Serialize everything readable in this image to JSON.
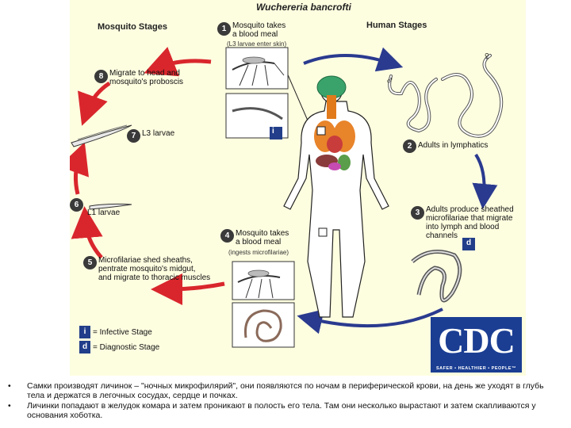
{
  "figure": {
    "title": "Wuchereria bancrofti",
    "mosquito_header": "Mosquito Stages",
    "human_header": "Human Stages",
    "steps": [
      {
        "num": "1",
        "lines": [
          "Mosquito takes",
          "a blood meal"
        ],
        "sub": "(L3 larvae enter skin)"
      },
      {
        "num": "2",
        "lines": [
          "Adults in lymphatics"
        ]
      },
      {
        "num": "3",
        "lines": [
          "Adults produce sheathed",
          "microfilariae that migrate",
          "into lymph and blood",
          "channels"
        ]
      },
      {
        "num": "4",
        "lines": [
          "Mosquito takes",
          "a blood meal"
        ],
        "sub": "(ingests microfilariae)"
      },
      {
        "num": "5",
        "lines": [
          "Microfilariae shed sheaths,",
          "pentrate mosquito's midgut,",
          "and migrate to thoracic muscles"
        ]
      },
      {
        "num": "6",
        "lines": [
          "L1 larvae"
        ]
      },
      {
        "num": "7",
        "lines": [
          "L3 larvae"
        ]
      },
      {
        "num": "8",
        "lines": [
          "Migrate to head and",
          "mosquito's proboscis"
        ]
      }
    ],
    "legend": [
      {
        "icon": "i",
        "text": "= Infective Stage"
      },
      {
        "icon": "d",
        "text": "= Diagnostic Stage"
      }
    ],
    "stage_marks": {
      "infective": "i",
      "diagnostic": "d"
    },
    "sex_symbols": {
      "male": "♂",
      "female": "♀"
    },
    "logo": {
      "text": "CDC",
      "tagline": "SAFER • HEALTHIER • PEOPLE™"
    }
  },
  "notes": [
    "Самки производят личинок – \"ночных микрофилярий\", они появляются по ночам в периферической крови, на день же уходят в глубь тела и держатся в легочных сосудах, сердце и почках.",
    "Личинки попадают в желудок комара и затем проникают в полость его тела. Там они несколько вырастают и затем скапливаются у основания хоботка."
  ],
  "bullet_char": "•",
  "colors": {
    "red_arrow": "#d9262c",
    "blue_arrow": "#2a3a8f",
    "figure_background": "#fdfde0",
    "cdc_blue": "#1b3e93"
  }
}
